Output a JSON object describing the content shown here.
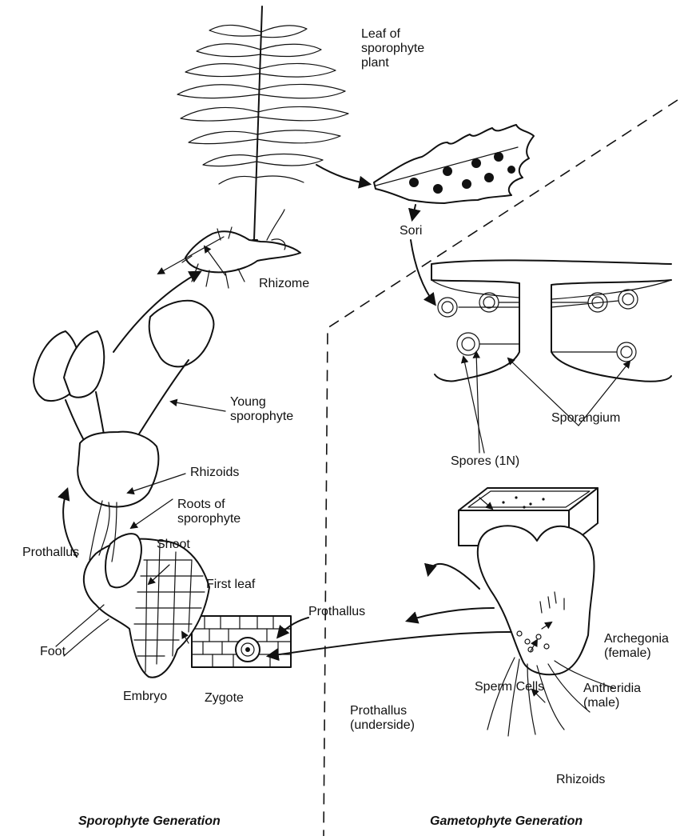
{
  "labels": {
    "leaf_of_sporophyte": "Leaf of\nsporophyte\nplant",
    "sori": "Sori",
    "rhizome": "Rhizome",
    "young_sporophyte": "Young\nsporophyte",
    "rhizoids_top": "Rhizoids",
    "roots_of_sporophyte": "Roots of\nsporophyte",
    "prothallus_left": "Prothallus",
    "shoot": "Shoot",
    "first_leaf": "First leaf",
    "foot": "Foot",
    "embryo": "Embryo",
    "zygote": "Zygote",
    "prothallus_middle": "Prothallus",
    "sporangium": "Sporangium",
    "spores": "Spores (1N)",
    "archegonia": "Archegonia\n(female)",
    "sperm_cells": "Sperm Cells",
    "antheridia": "Antheridia\n(male)",
    "prothallus_underside": "Prothallus\n(underside)",
    "rhizoids_bottom": "Rhizoids"
  },
  "generations": {
    "sporophyte": "Sporophyte Generation",
    "gametophyte": "Gametophyte Generation"
  }
}
